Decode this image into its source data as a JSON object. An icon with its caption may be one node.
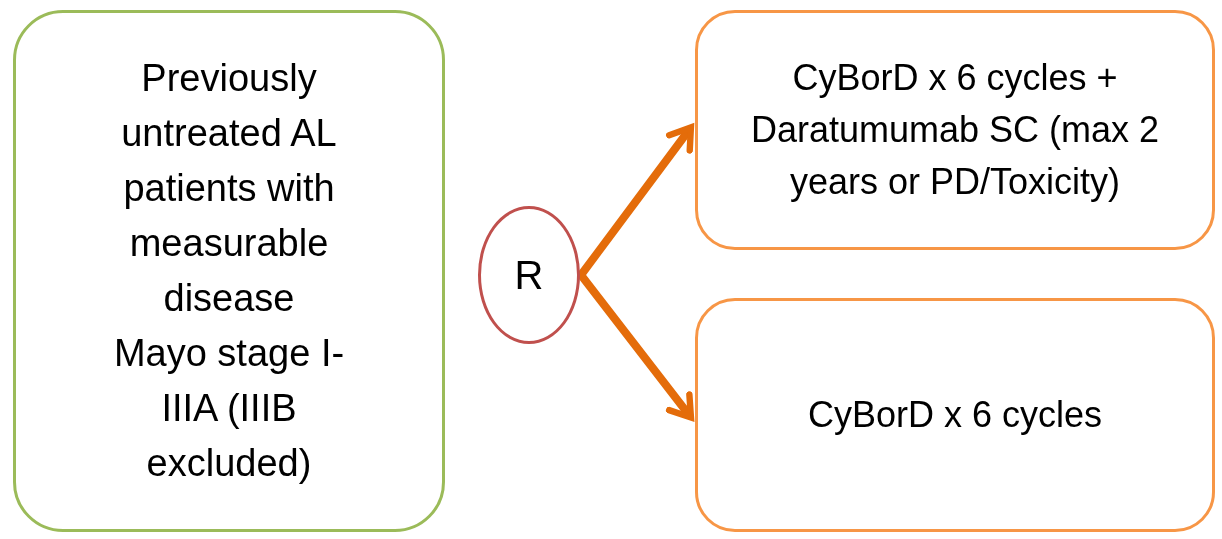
{
  "diagram": {
    "nodes": [
      {
        "text": [
          "Previously untreated AL patients with measurable disease",
          "Mayo stage I-IIIA (IIIB excluded)"
        ]
      },
      {
        "text": [
          "R"
        ]
      },
      {
        "text": [
          "CyBorD x 6 cycles + Daratumumab SC (max 2 years or PD/Toxicity)"
        ]
      },
      {
        "text": [
          "CyBorD x 6 cycles"
        ]
      }
    ],
    "edges": [
      {
        "from": 1,
        "to": 2,
        "arrow": "to"
      },
      {
        "from": 1,
        "to": 3,
        "arrow": "to"
      }
    ]
  }
}
